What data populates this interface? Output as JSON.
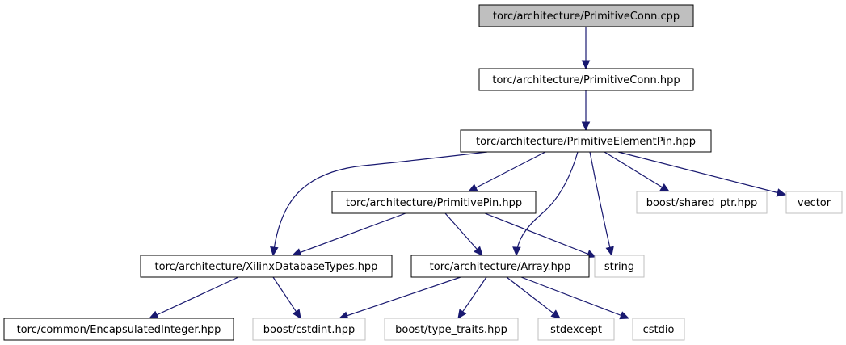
{
  "colors": {
    "edge": "#191970",
    "local_border": "#000000",
    "external_border": "#bfbfbf",
    "root_fill": "#bfbfbf",
    "fill": "#ffffff"
  },
  "nodes": [
    {
      "id": "n0",
      "label": "torc/architecture/PrimitiveConn.cpp",
      "kind": "root"
    },
    {
      "id": "n1",
      "label": "torc/architecture/PrimitiveConn.hpp",
      "kind": "local"
    },
    {
      "id": "n2",
      "label": "torc/architecture/PrimitiveElementPin.hpp",
      "kind": "local"
    },
    {
      "id": "n3",
      "label": "torc/architecture/PrimitivePin.hpp",
      "kind": "local"
    },
    {
      "id": "n4",
      "label": "boost/shared_ptr.hpp",
      "kind": "external"
    },
    {
      "id": "n5",
      "label": "vector",
      "kind": "external"
    },
    {
      "id": "n6",
      "label": "torc/architecture/XilinxDatabaseTypes.hpp",
      "kind": "local"
    },
    {
      "id": "n7",
      "label": "torc/architecture/Array.hpp",
      "kind": "local"
    },
    {
      "id": "n8",
      "label": "string",
      "kind": "external"
    },
    {
      "id": "n9",
      "label": "torc/common/EncapsulatedInteger.hpp",
      "kind": "local"
    },
    {
      "id": "n10",
      "label": "boost/cstdint.hpp",
      "kind": "external"
    },
    {
      "id": "n11",
      "label": "boost/type_traits.hpp",
      "kind": "external"
    },
    {
      "id": "n12",
      "label": "stdexcept",
      "kind": "external"
    },
    {
      "id": "n13",
      "label": "cstdio",
      "kind": "external"
    }
  ],
  "edges": [
    {
      "from": "n0",
      "to": "n1"
    },
    {
      "from": "n1",
      "to": "n2"
    },
    {
      "from": "n2",
      "to": "n6"
    },
    {
      "from": "n2",
      "to": "n3"
    },
    {
      "from": "n2",
      "to": "n7"
    },
    {
      "from": "n2",
      "to": "n8"
    },
    {
      "from": "n2",
      "to": "n4"
    },
    {
      "from": "n2",
      "to": "n5"
    },
    {
      "from": "n3",
      "to": "n6"
    },
    {
      "from": "n3",
      "to": "n7"
    },
    {
      "from": "n3",
      "to": "n8"
    },
    {
      "from": "n6",
      "to": "n9"
    },
    {
      "from": "n6",
      "to": "n10"
    },
    {
      "from": "n7",
      "to": "n10"
    },
    {
      "from": "n7",
      "to": "n11"
    },
    {
      "from": "n7",
      "to": "n12"
    },
    {
      "from": "n7",
      "to": "n13"
    }
  ]
}
